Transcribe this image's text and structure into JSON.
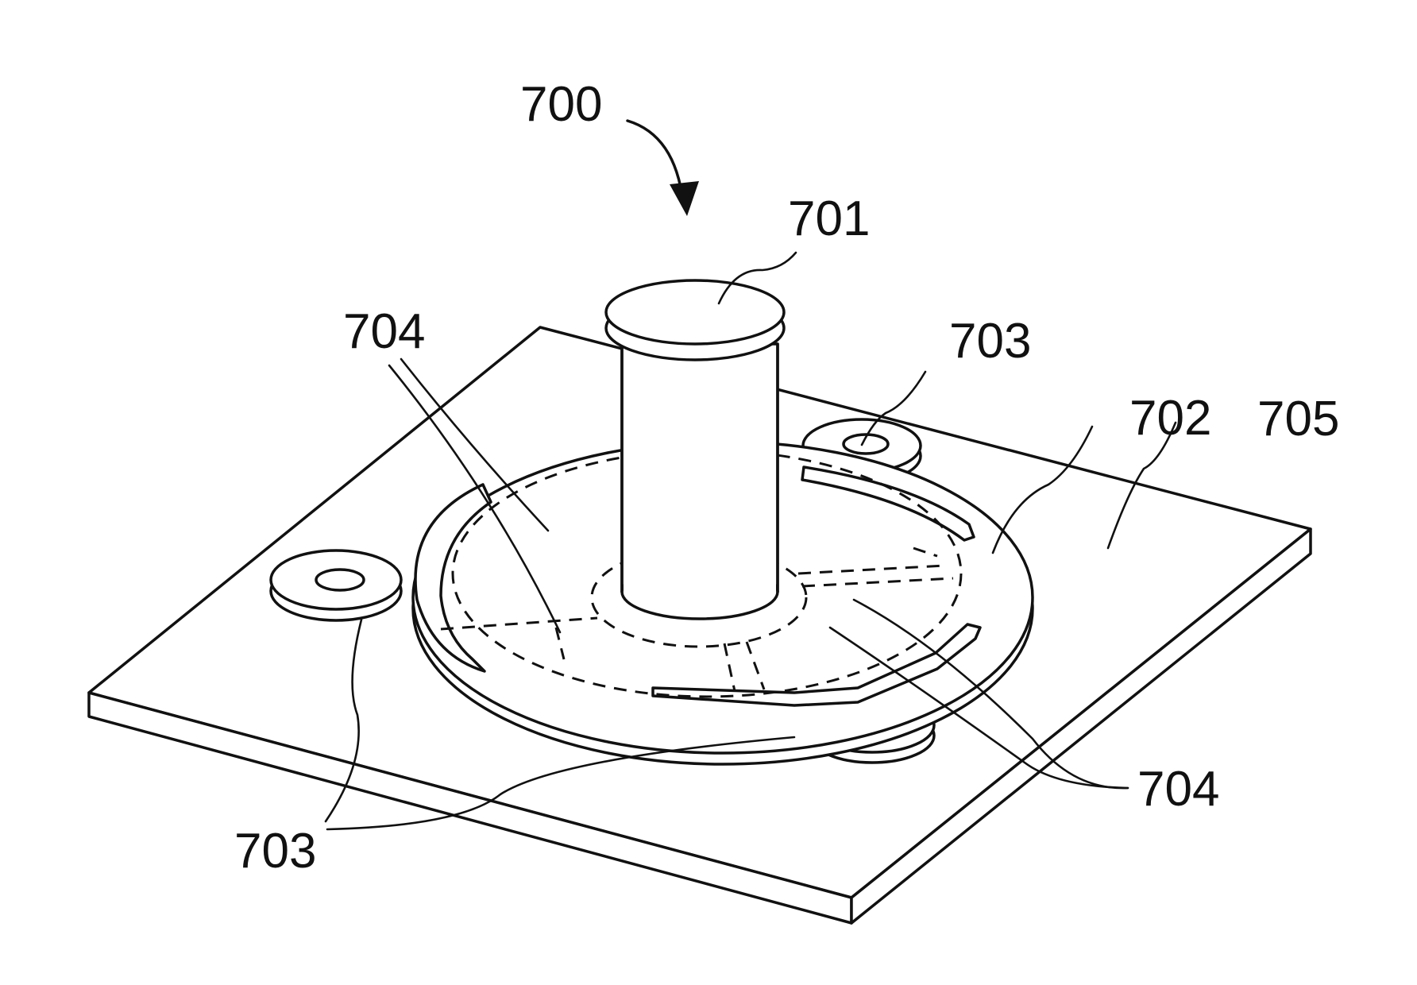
{
  "figure": {
    "labels": {
      "device": "700",
      "post": "701",
      "disc": "702",
      "mount_top": "703",
      "mount_left": "703",
      "slit_top_left": "704",
      "slit_bottom_right": "704",
      "substrate": "705"
    }
  }
}
